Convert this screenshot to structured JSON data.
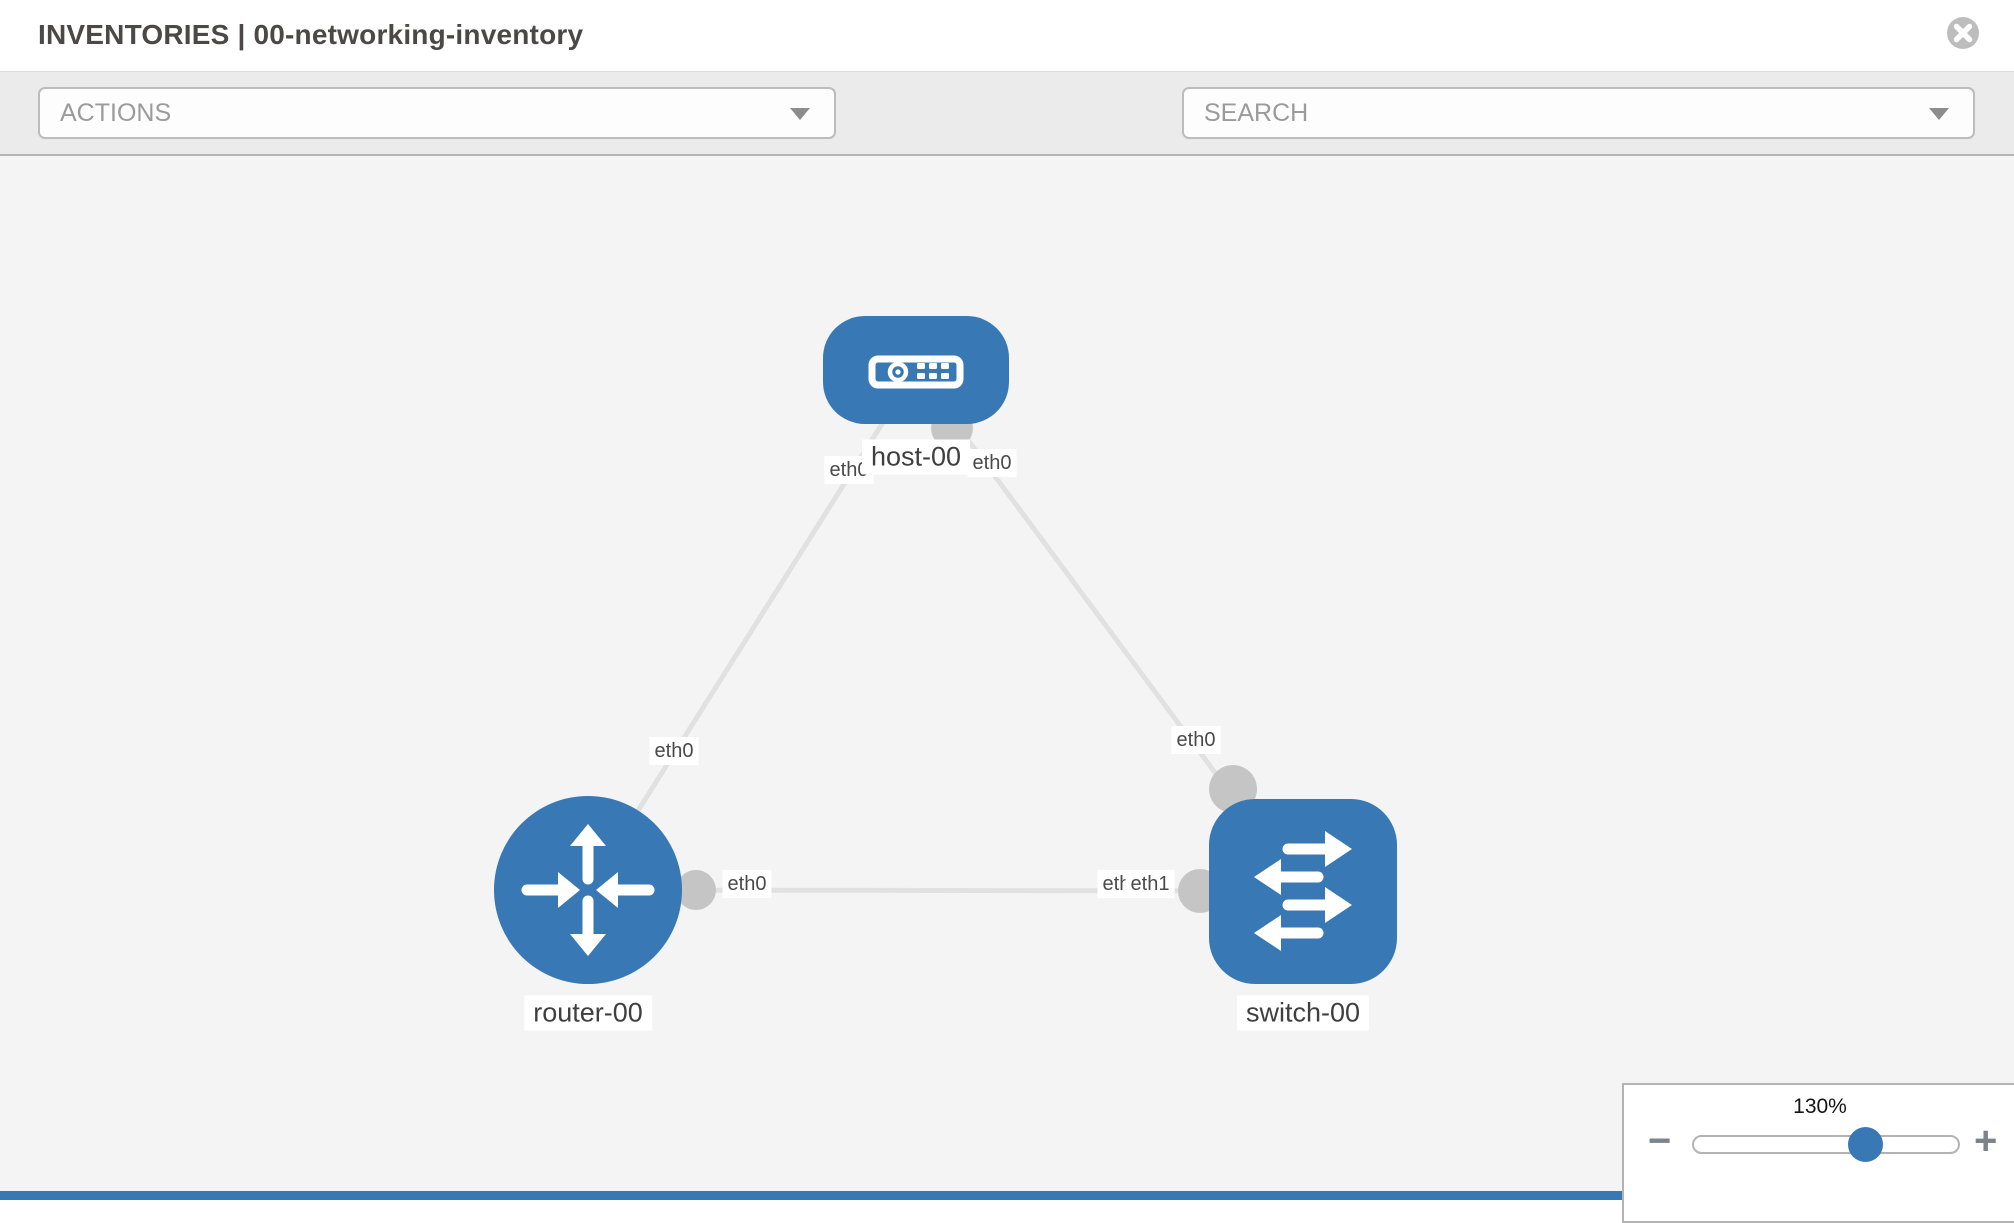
{
  "header": {
    "title": "INVENTORIES | 00-networking-inventory"
  },
  "toolbar": {
    "actions": {
      "label": "ACTIONS"
    },
    "search": {
      "placeholder": "SEARCH"
    },
    "icons": [
      "wrench-icon",
      "key-icon",
      "chevron-down-icon",
      "circle-close-icon"
    ]
  },
  "canvas": {
    "nodes": {
      "host": "host-00",
      "router": "router-00",
      "switch": "switch-00"
    },
    "node_types": [
      "host",
      "router",
      "switch"
    ],
    "interfaces": {
      "host_left": "eth0",
      "host_right": "eth0",
      "router_upper": "eth0",
      "router_right": "eth0",
      "switch_upper": "eth0",
      "switch_left_under": "eth1",
      "switch_left_over": "eth1"
    },
    "links": [
      {
        "from": "router-00",
        "to": "host-00"
      },
      {
        "from": "host-00",
        "to": "switch-00"
      },
      {
        "from": "router-00",
        "to": "switch-00"
      }
    ]
  },
  "zoom_control": {
    "level": "130%",
    "minus": "−",
    "plus": "+"
  },
  "colors": {
    "node_blue": "#3879b5",
    "link_gray": "#e2e1e1",
    "endpoint_gray": "#c6c5c5",
    "toolbar_gray": "#ebebeb",
    "canvas_gray": "#f5f4f4"
  }
}
